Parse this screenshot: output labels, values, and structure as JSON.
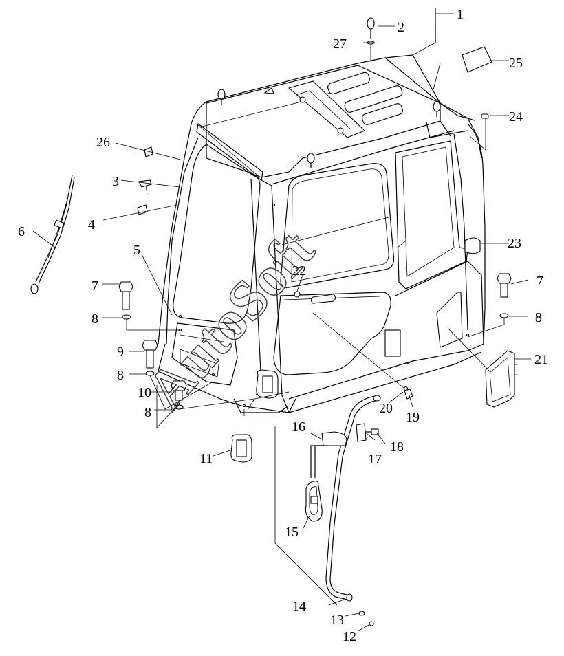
{
  "callouts": [
    "1",
    "2",
    "3",
    "4",
    "5",
    "6",
    "7",
    "8",
    "9",
    "10",
    "11",
    "12",
    "13",
    "14",
    "15",
    "16",
    "17",
    "18",
    "19",
    "20",
    "21",
    "22",
    "23",
    "24",
    "25",
    "26",
    "27"
  ],
  "watermark": "AutoSoft"
}
